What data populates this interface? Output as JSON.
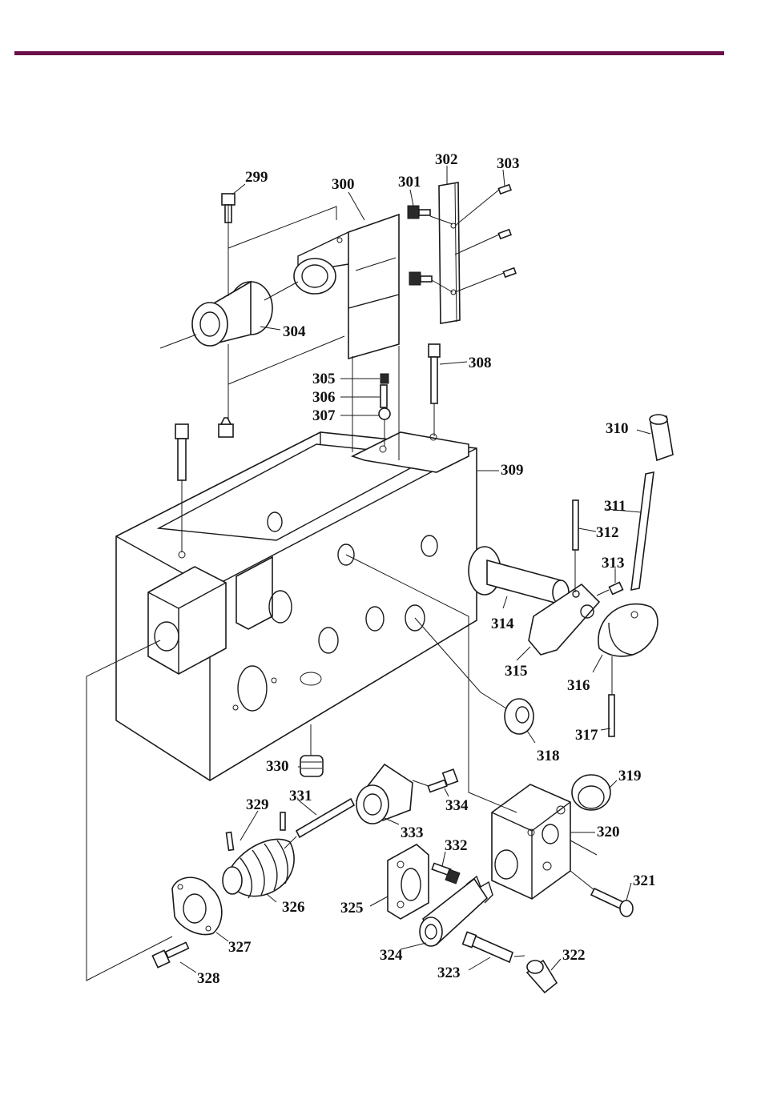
{
  "colors": {
    "rule": "#6b0f4a",
    "ink": "#1a1a1a",
    "paper": "#ffffff"
  },
  "parts": [
    {
      "id": "299",
      "label": "299"
    },
    {
      "id": "300",
      "label": "300"
    },
    {
      "id": "301",
      "label": "301"
    },
    {
      "id": "302",
      "label": "302"
    },
    {
      "id": "303",
      "label": "303"
    },
    {
      "id": "304",
      "label": "304"
    },
    {
      "id": "305",
      "label": "305"
    },
    {
      "id": "306",
      "label": "306"
    },
    {
      "id": "307",
      "label": "307"
    },
    {
      "id": "308",
      "label": "308"
    },
    {
      "id": "309",
      "label": "309"
    },
    {
      "id": "310",
      "label": "310"
    },
    {
      "id": "311",
      "label": "311"
    },
    {
      "id": "312",
      "label": "312"
    },
    {
      "id": "313",
      "label": "313"
    },
    {
      "id": "314",
      "label": "314"
    },
    {
      "id": "315",
      "label": "315"
    },
    {
      "id": "316",
      "label": "316"
    },
    {
      "id": "317",
      "label": "317"
    },
    {
      "id": "318",
      "label": "318"
    },
    {
      "id": "319",
      "label": "319"
    },
    {
      "id": "320",
      "label": "320"
    },
    {
      "id": "321",
      "label": "321"
    },
    {
      "id": "322",
      "label": "322"
    },
    {
      "id": "323",
      "label": "323"
    },
    {
      "id": "324",
      "label": "324"
    },
    {
      "id": "325",
      "label": "325"
    },
    {
      "id": "326",
      "label": "326"
    },
    {
      "id": "327",
      "label": "327"
    },
    {
      "id": "328",
      "label": "328"
    },
    {
      "id": "329",
      "label": "329"
    },
    {
      "id": "330",
      "label": "330"
    },
    {
      "id": "331",
      "label": "331"
    },
    {
      "id": "332",
      "label": "332"
    },
    {
      "id": "333",
      "label": "333"
    },
    {
      "id": "334",
      "label": "334"
    }
  ]
}
